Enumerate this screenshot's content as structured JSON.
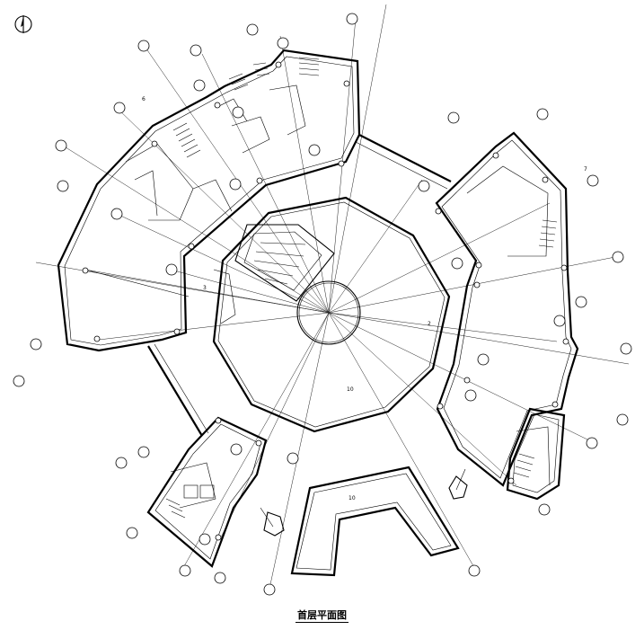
{
  "drawing": {
    "title": "首层平面图",
    "axis_labels": [
      "3",
      "2",
      "10",
      "10",
      "6",
      "7"
    ]
  }
}
